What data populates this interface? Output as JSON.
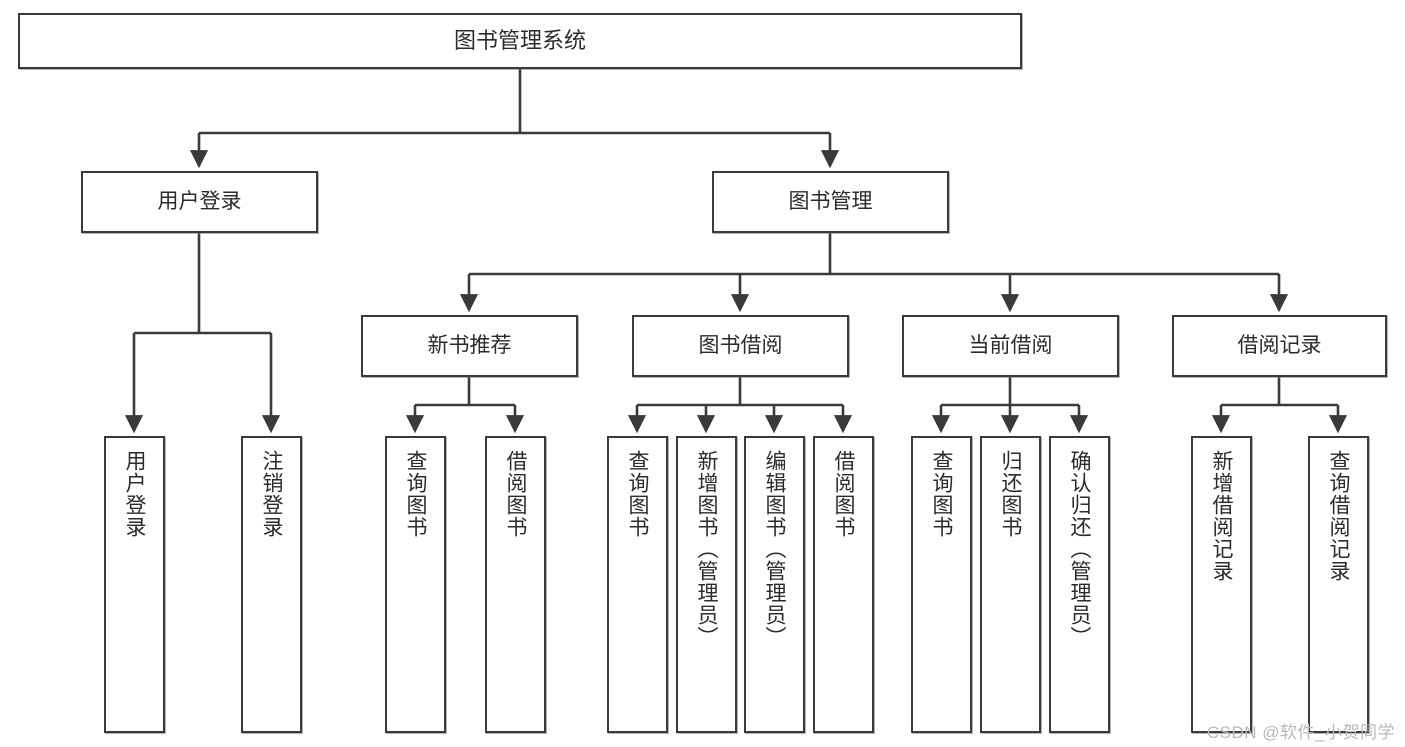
{
  "diagram": {
    "title": "图书管理系统",
    "type": "tree-hierarchy",
    "watermark": "CSDN @软件_小贺同学",
    "colors": {
      "stroke": "#3a3a3a",
      "fill": "#ffffff",
      "text": "#2b2b2b",
      "watermark": "#b9b9b9"
    },
    "nodes": {
      "root": {
        "label": "图书管理系统"
      },
      "level2": [
        {
          "id": "user-login",
          "label": "用户登录"
        },
        {
          "id": "book-manage",
          "label": "图书管理"
        }
      ],
      "level3": [
        {
          "id": "new-book-recommend",
          "label": "新书推荐"
        },
        {
          "id": "book-borrow",
          "label": "图书借阅"
        },
        {
          "id": "current-borrow",
          "label": "当前借阅"
        },
        {
          "id": "borrow-record",
          "label": "借阅记录"
        }
      ],
      "leaves": {
        "user-login": [
          {
            "id": "leaf-user-login",
            "label": "用户登录"
          },
          {
            "id": "leaf-logout-login",
            "label": "注销登录"
          }
        ],
        "new-book-recommend": [
          {
            "id": "leaf-query-book-1",
            "label": "查询图书"
          },
          {
            "id": "leaf-borrow-book-1",
            "label": "借阅图书"
          }
        ],
        "book-borrow": [
          {
            "id": "leaf-query-book-2",
            "label": "查询图书"
          },
          {
            "id": "leaf-add-book",
            "label": "新增图书（管理员）"
          },
          {
            "id": "leaf-edit-book",
            "label": "编辑图书（管理员）"
          },
          {
            "id": "leaf-borrow-book-2",
            "label": "借阅图书"
          }
        ],
        "current-borrow": [
          {
            "id": "leaf-query-book-3",
            "label": "查询图书"
          },
          {
            "id": "leaf-return-book",
            "label": "归还图书"
          },
          {
            "id": "leaf-confirm-return",
            "label": "确认归还（管理员）"
          }
        ],
        "borrow-record": [
          {
            "id": "leaf-add-record",
            "label": "新增借阅记录"
          },
          {
            "id": "leaf-query-record",
            "label": "查询借阅记录"
          }
        ]
      }
    }
  }
}
